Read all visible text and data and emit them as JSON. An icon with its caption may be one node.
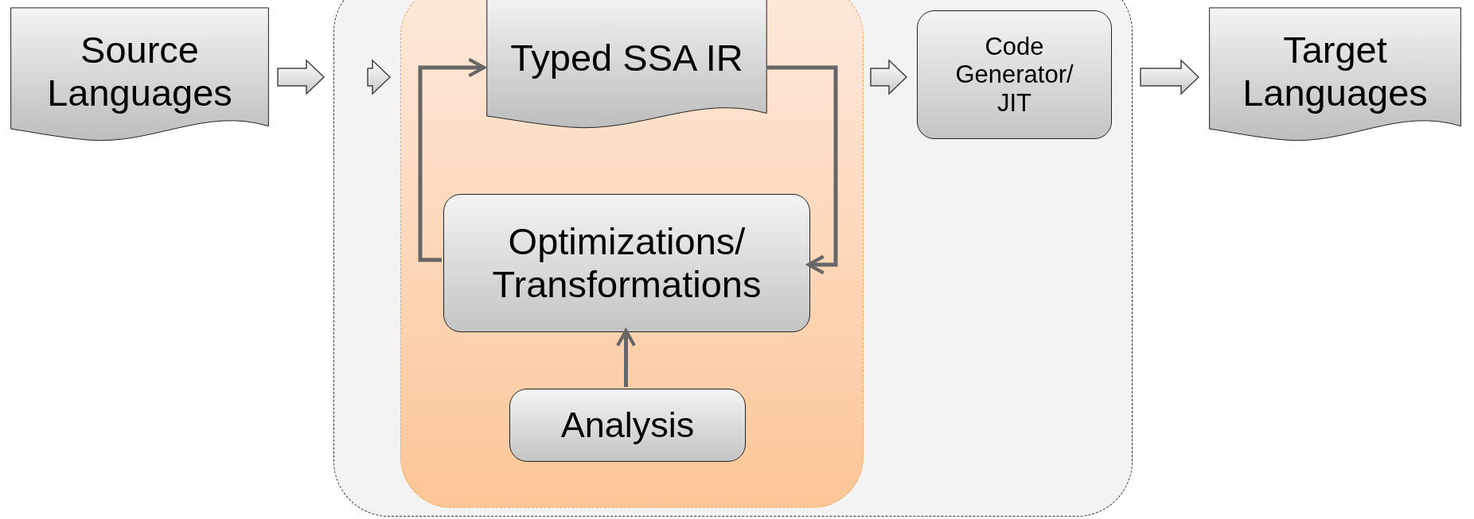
{
  "diagram": {
    "nodes": [
      {
        "text": [
          "Source Languages"
        ]
      },
      {
        "text": [],
        "shape": "box"
      },
      {
        "text": [],
        "shape": "box",
        "in": 1
      },
      {
        "text": [
          "Typed SSA IR"
        ],
        "in": 2
      },
      {
        "text": [
          "Optimizations/ Transformations"
        ],
        "in": 2
      },
      {
        "text": [
          "Analysis"
        ],
        "in": 2
      },
      {
        "text": [
          "Code Generator/ JIT"
        ],
        "in": 1
      },
      {
        "text": [
          "Target Languages"
        ]
      }
    ],
    "edges": [
      {
        "from": 0,
        "to": 1,
        "arrow": "to",
        "style": "thick"
      },
      {
        "from": null,
        "to": 2,
        "arrow": "to",
        "style": "thick"
      },
      {
        "from": 2,
        "to": 6,
        "arrow": "to",
        "style": "thick"
      },
      {
        "from": 1,
        "to": 7,
        "arrow": "to",
        "style": "thick"
      },
      {
        "from": 3,
        "to": 4,
        "arrow": "to"
      },
      {
        "from": 4,
        "to": 3,
        "arrow": "to"
      },
      {
        "from": 5,
        "to": 4,
        "arrow": "to"
      }
    ]
  }
}
